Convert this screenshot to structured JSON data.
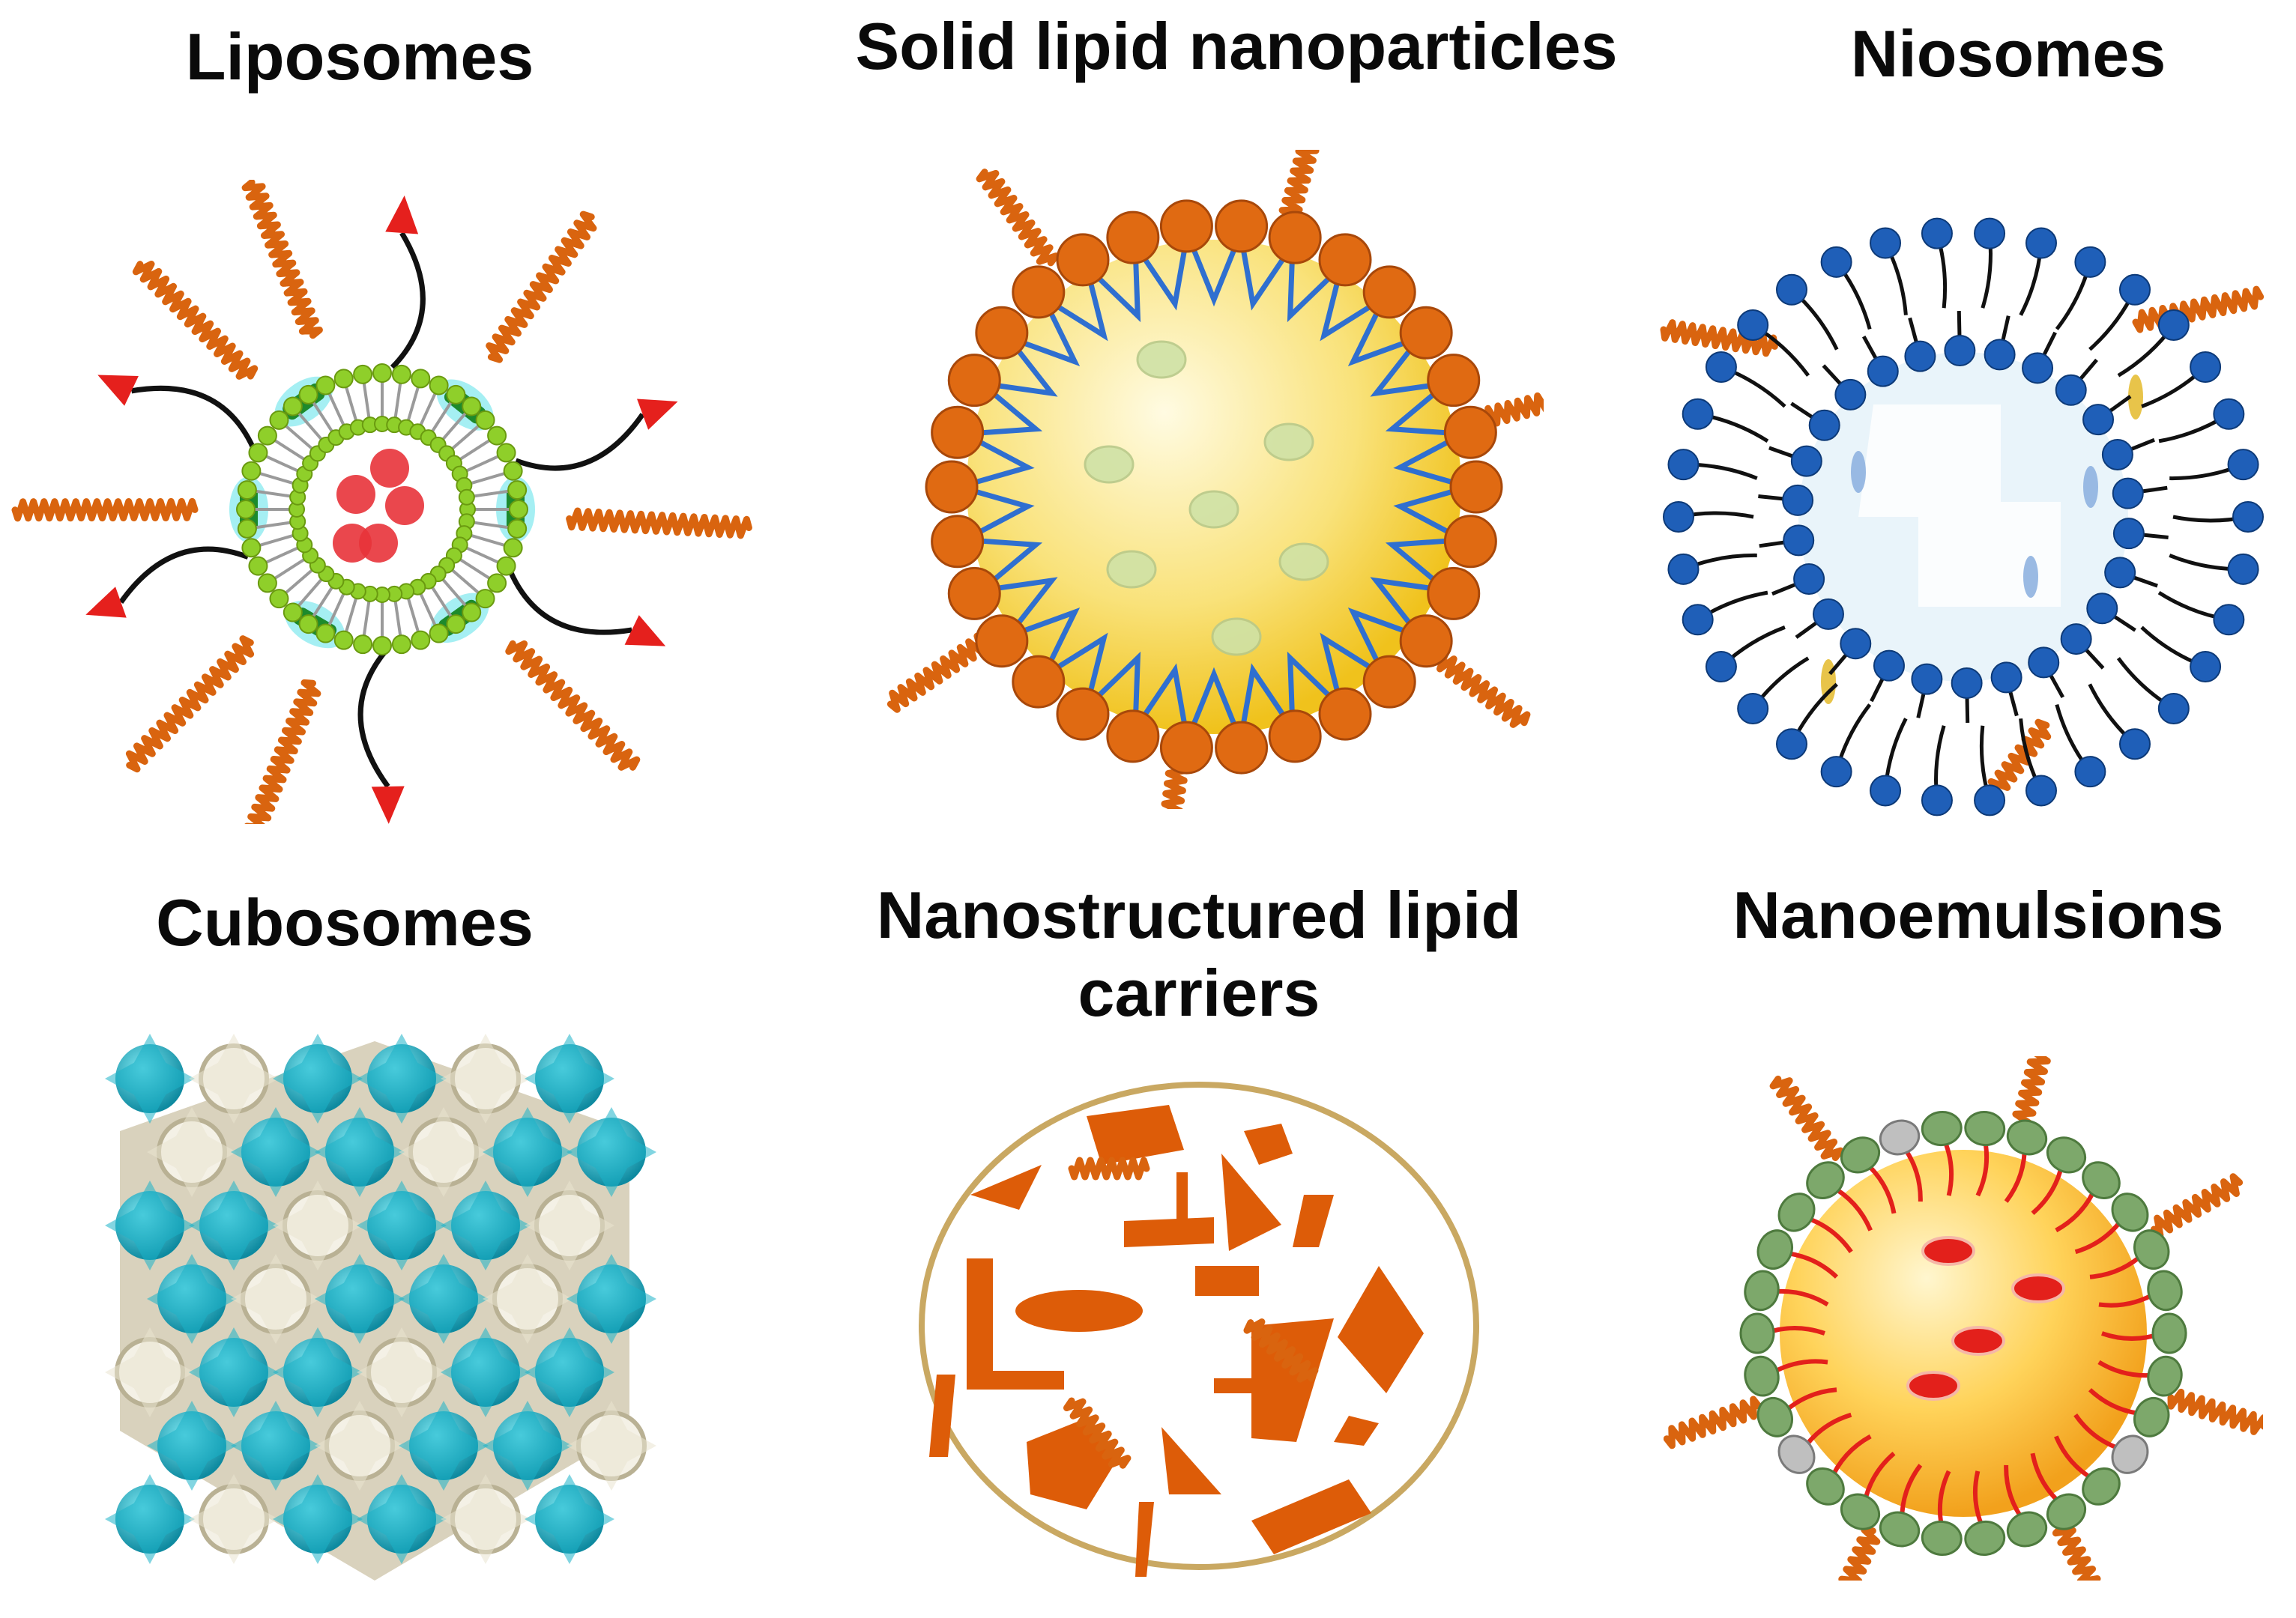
{
  "labels": {
    "liposomes": "Liposomes",
    "sln": "Solid lipid nanoparticles",
    "niosomes": "Niosomes",
    "cubosomes": "Cubosomes",
    "nlc_line1": "Nanostructured lipid",
    "nlc_line2": "carriers",
    "nanoemulsions": "Nanoemulsions"
  },
  "colors": {
    "peptide_orange": "#d9640f",
    "lipid_head_orange": "#e06a12",
    "core_yellow": "#f7d23a",
    "tail_blue": "#2f6fd0",
    "niosome_blue": "#1f5fb8",
    "cubosome_teal": "#1cb3c8",
    "cubosome_cream": "#e9e3cf",
    "nlc_fragment": "#dd5c08",
    "nlc_ring": "#c9a862",
    "emulsion_head_green": "#7da86b",
    "emulsion_tail_red": "#e3201b",
    "arrow_red": "#e5201d",
    "liposome_green": "#8fcf2a"
  },
  "icons": {
    "peptide": "helix-peptide-icon",
    "arrow": "targeting-arrow-icon",
    "lipid": "phospholipid-icon"
  }
}
